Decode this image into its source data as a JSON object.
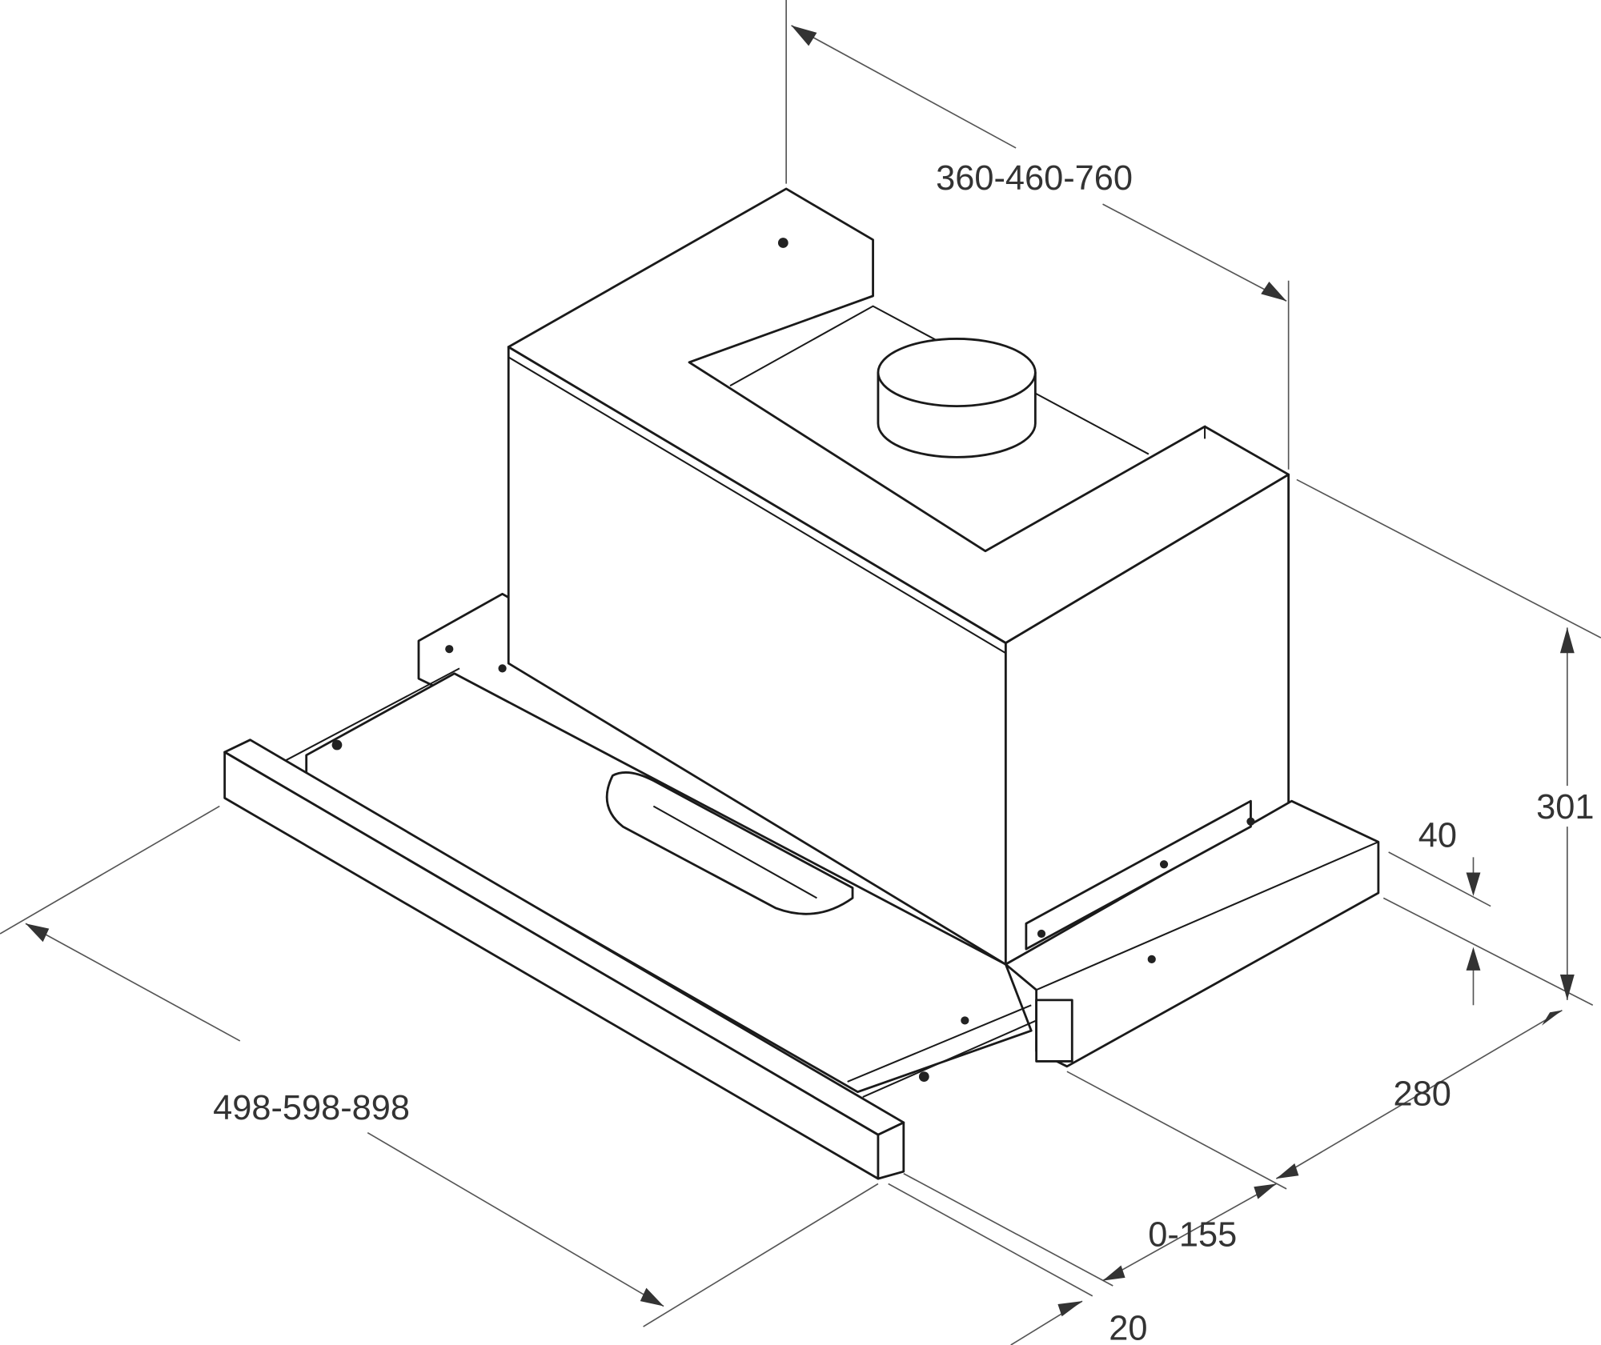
{
  "diagram": {
    "dimensions": {
      "depth_top": "360-460-760",
      "height": "301",
      "front_height": "40",
      "depth_base": "280",
      "extension": "0-155",
      "trim": "20",
      "width": "498-598-898"
    },
    "colors": {
      "line": "#1a1a1a",
      "dimension": "#555555",
      "background": "#ffffff"
    }
  }
}
